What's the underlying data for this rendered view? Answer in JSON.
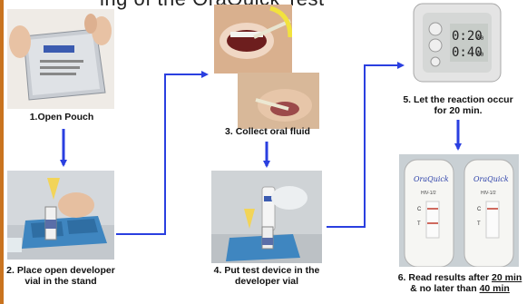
{
  "title_fragment": "ing of the OraQuick Test",
  "steps": [
    {
      "number": "1",
      "text": "1.Open Pouch"
    },
    {
      "number": "2",
      "line1": "2. Place open developer",
      "line2": "vial in the stand"
    },
    {
      "number": "3",
      "text": "3. Collect oral fluid"
    },
    {
      "number": "4",
      "line1": "4. Put test device in the",
      "line2": "developer vial"
    },
    {
      "number": "5",
      "line1": "5. Let the reaction occur",
      "line2": "for 20 min."
    },
    {
      "number": "6",
      "line1_pre": "6. Read results after ",
      "line1_u": "20 min",
      "line2_pre": "& no later than ",
      "line2_u": "40 min"
    }
  ],
  "timer": {
    "top": "0:20",
    "top_unit": "00",
    "bottom": "0:40",
    "bottom_unit": "00"
  },
  "device_labels": {
    "brand": "OraQuick",
    "sub": "HIV-1/2",
    "c": "C",
    "t": "T"
  },
  "colors": {
    "arrow": "#2a3fe0",
    "tray": "#3f86c0",
    "accent_bar": "#c9731f"
  }
}
